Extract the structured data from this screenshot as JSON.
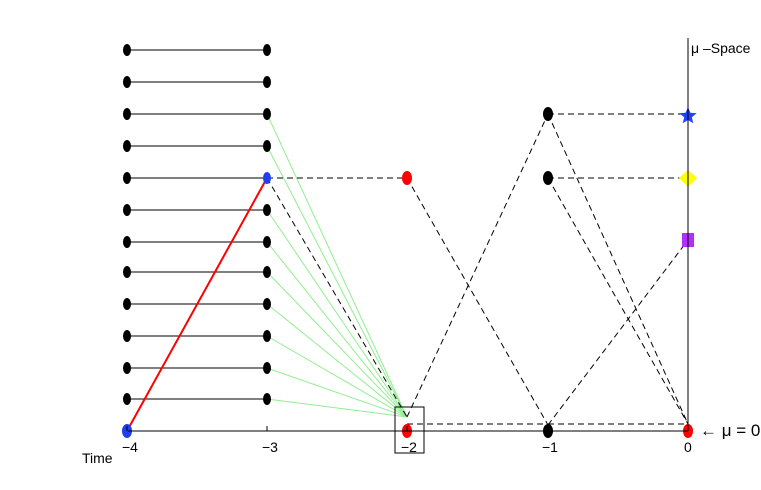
{
  "labels": {
    "mu_space": "μ –Space",
    "mu_zero": "← μ = 0",
    "time": "Time"
  },
  "x_ticks": [
    "−4",
    "−3",
    "−2",
    "−1",
    "0"
  ],
  "colors": {
    "black": "#000000",
    "blue": "#1f3ff0",
    "red": "#ff0000",
    "green": "#90ee90",
    "yellow": "#ffff00",
    "purple": "#b030ff",
    "star": "#2040ff"
  },
  "rows_at_t_minus_4": 12,
  "markers_at_t0": [
    {
      "shape": "star-icon",
      "color": "#2040ff"
    },
    {
      "shape": "diamond-icon",
      "color": "#ffff00"
    },
    {
      "shape": "square-icon",
      "color": "#b030ff"
    },
    {
      "shape": "circle-icon",
      "color": "#ff0000"
    }
  ]
}
